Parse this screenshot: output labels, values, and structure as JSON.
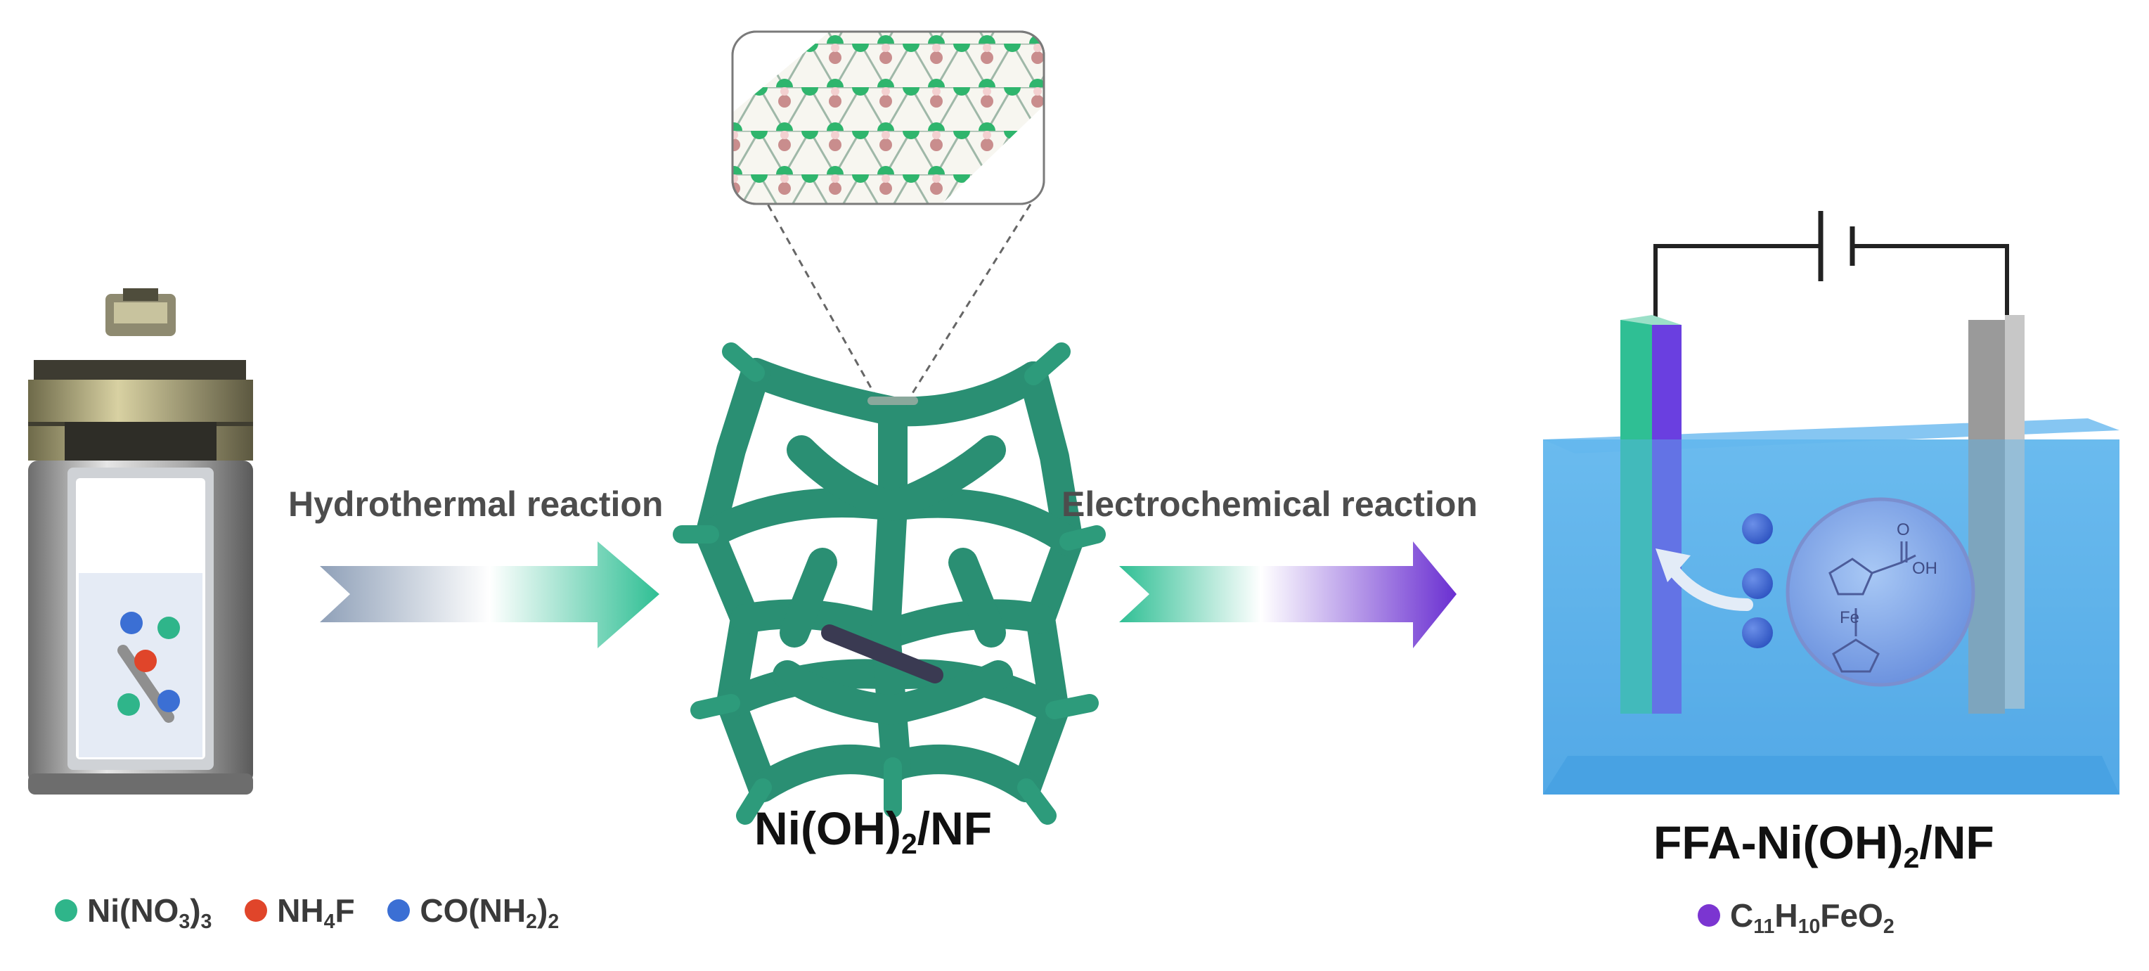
{
  "steps": {
    "step1": "Hydrothermal reaction",
    "step2": "Electrochemical reaction"
  },
  "products": {
    "intermediate": {
      "pre": "Ni(OH)",
      "sub": "2",
      "post": "/NF"
    },
    "final": {
      "pre": "FFA-Ni(OH)",
      "sub": "2",
      "post": "/NF"
    }
  },
  "legend": {
    "reactants": [
      {
        "parts": [
          "Ni(NO",
          "3",
          ")",
          "3",
          ""
        ],
        "color": "#2fb58a"
      },
      {
        "parts": [
          "NH",
          "4",
          "F",
          "",
          ""
        ],
        "color": "#e0452a"
      },
      {
        "parts": [
          "CO(NH",
          "2",
          ")",
          "2",
          ""
        ],
        "color": "#3b6fd4"
      }
    ],
    "modifier": {
      "parts": [
        "C",
        "11",
        "H",
        "10",
        "FeO",
        "2"
      ],
      "color": "#7b35d1"
    }
  },
  "molecule_labels": {
    "metal": "Fe",
    "acid": "OH",
    "carbonyl": "O"
  },
  "colors": {
    "nickel_foam": "#2a8f73",
    "nickel_foam_dark": "#1e6e57",
    "electrolyte": "#55aeea",
    "modified_electrode": "#6a3fe0",
    "counter_electrode": "#9a9a9a",
    "arrow_green": "#2fbf94",
    "arrow_purple": "#6a2fd1"
  }
}
